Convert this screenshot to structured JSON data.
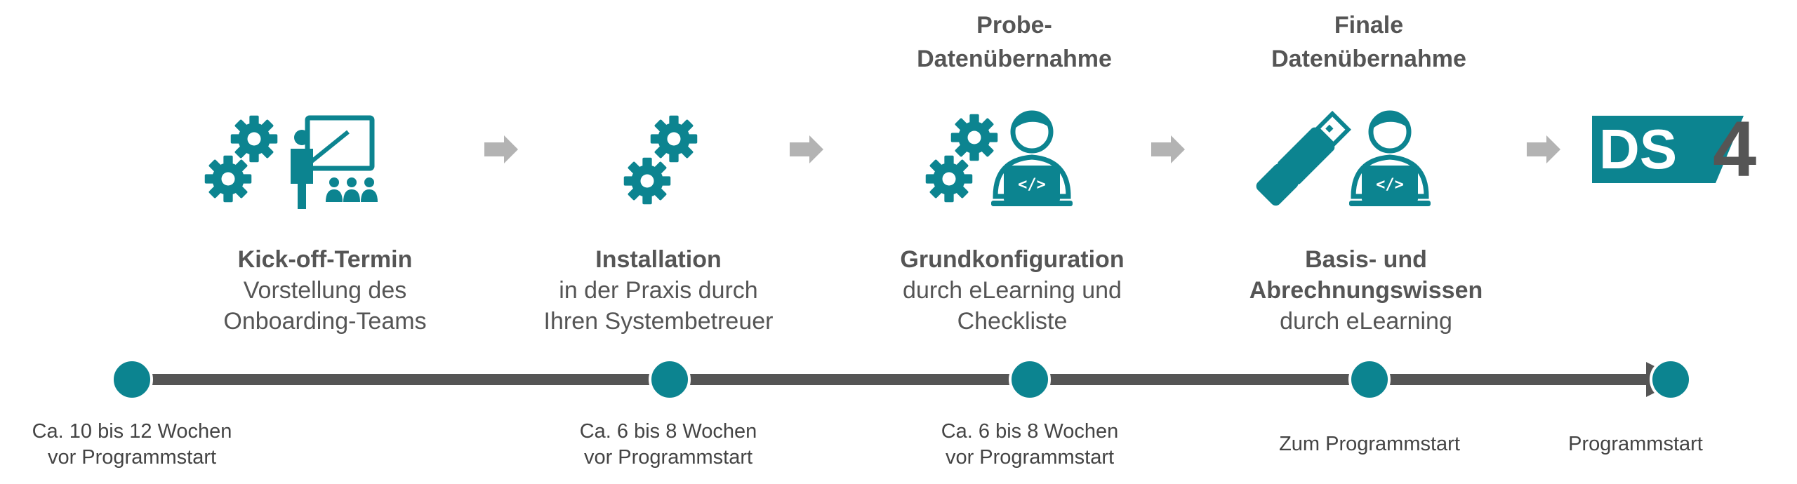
{
  "colors": {
    "teal": "#0c8490",
    "dark": "#555555",
    "arrow_gray": "#b3b3b3",
    "timeline": "#555555"
  },
  "top_labels": {
    "probe": {
      "line1": "Probe-",
      "line2": "Datenübernahme"
    },
    "finale": {
      "line1": "Finale",
      "line2": "Datenübernahme"
    }
  },
  "steps": [
    {
      "title": "Kick-off-Termin",
      "desc1": "Vorstellung des",
      "desc2": "Onboarding-Teams",
      "desc3": ""
    },
    {
      "title": "Installation",
      "desc1": "in der Praxis durch",
      "desc2": "Ihren Systembetreuer",
      "desc3": ""
    },
    {
      "title": "Grundkonfiguration",
      "desc1": "durch eLearning und",
      "desc2": "Checkliste",
      "desc3": ""
    },
    {
      "title": "Basis- und",
      "desc1": "Abrechnungswissen",
      "desc2": "durch eLearning",
      "desc3": ""
    }
  ],
  "timeline": [
    {
      "line1": "Ca. 10 bis 12 Wochen",
      "line2": "vor Programmstart"
    },
    {
      "line1": "Ca. 6 bis 8 Wochen",
      "line2": "vor Programmstart"
    },
    {
      "line1": "Ca. 6 bis 8 Wochen",
      "line2": "vor Programmstart"
    },
    {
      "line1": "Zum Programmstart",
      "line2": ""
    },
    {
      "line1": "Programmstart",
      "line2": ""
    }
  ],
  "logo": {
    "text": "DS",
    "digit": "4"
  },
  "icons": [
    "gears-icon",
    "presenter-icon",
    "audience-icon",
    "developer-icon",
    "usb-stick-icon",
    "arrow-right-icon",
    "ds4-logo"
  ]
}
